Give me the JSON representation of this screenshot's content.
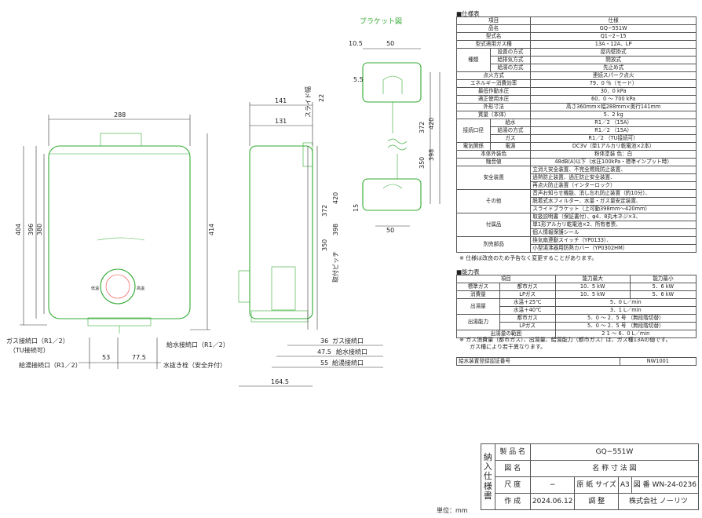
{
  "bracket_title": "ブラケット図",
  "dimensions": {
    "width_288": "288",
    "d141": "141",
    "d131": "131",
    "h404": "404",
    "h396": "396",
    "h380": "380",
    "h414": "414",
    "slide_width": "スライド幅",
    "d22": "22",
    "b10_5": "10.5",
    "b5_5": "5.5",
    "b50_top": "50",
    "b50_bottom": "50",
    "b15": "15",
    "b350": "350",
    "b372": "372",
    "b398": "398",
    "b420": "420",
    "mount_pitch": "取付ピッチ",
    "s350": "350",
    "s372": "372",
    "s398": "398",
    "s420": "420",
    "wiggle": "~",
    "d53": "53",
    "d77_5": "77.5",
    "d36": "36",
    "d47_5": "47.5",
    "d55": "55",
    "d164_5": "164.5",
    "gas_conn_side": "ガス接続口",
    "water_conn_side": "給水接続口",
    "hot_conn_side": "給湯接続口"
  },
  "callouts": {
    "gas_conn": "ガス接続口（R1／2）",
    "tu": "（TU接続可）",
    "hot_conn": "給湯接続口（R1／2）",
    "water_conn": "給水接続口（R1／2）",
    "drain": "水抜き栓（安全弁付）"
  },
  "dial": {
    "left": "低温",
    "right": "高温"
  },
  "spec": {
    "title": "■仕様表",
    "header": [
      "項目",
      "仕様"
    ],
    "rows": [
      [
        "品名",
        "GQ−551W"
      ],
      [
        "型式名",
        "Q1−2−15"
      ],
      [
        "型式適用ガス種",
        "13A・12A、LP"
      ],
      [
        "種類",
        "設置の方式",
        "屋内壁掛式"
      ],
      [
        "",
        "給排気方式",
        "開放式"
      ],
      [
        "",
        "給湯の方式",
        "先止め式"
      ],
      [
        "点火方式",
        "連続スパーク点火"
      ],
      [
        "エネルギー消費効率",
        "79．0 ％（モード）"
      ],
      [
        "最低作動水圧",
        "30．0 kPa"
      ],
      [
        "適正使用水圧",
        "60．0 〜 700 kPa"
      ],
      [
        "外形寸法",
        "高さ360mm×幅288mm×奥行141mm"
      ],
      [
        "質量（本体）",
        "5．2 kg"
      ],
      [
        "接続口径",
        "給水",
        "R1／2 （15A）"
      ],
      [
        "",
        "給湯の方式",
        "R1／2 （15A）"
      ],
      [
        "",
        "ガス",
        "R1／2 （TU接続可）"
      ],
      [
        "電気関係",
        "電源",
        "DC3V（単1アルカリ乾電池×2本）"
      ],
      [
        "本体外装色",
        "粉体塗装 色：白"
      ],
      [
        "騒音値",
        "48dB(A)以下（水圧100kPa・標準インプット時）"
      ]
    ],
    "safety_label": "安全装置",
    "safety": [
      "立消え安全装置、不完全燃焼防止装置、",
      "過熱防止装置、過圧防止安全装置、",
      "再点火防止装置（インターロック）"
    ],
    "other_label": "その他",
    "other": [
      "音声お知らせ機能、消し忘れ防止装置（約10分）、",
      "脱着式水フィルター、水量・ガス量安定装置、",
      "スライドブラケット（上可動398mm〜420mm）"
    ],
    "acc_label": "付属品",
    "acc": [
      "取扱説明書（保証書付）、φ4．8丸木ネジ×3、",
      "単1形アルカリ乾電池×2、所有者票、",
      "個人情報保護シール"
    ],
    "sep_label": "別売部品",
    "sep": [
      "換気扇連動スイッチ（YP0133）、",
      "小型湯沸器用防熱カバー（YP0302HM）"
    ],
    "note": "※ 仕様は改良のため予告なく変更することがあります。"
  },
  "perf": {
    "title": "■能力表",
    "header": [
      "項目",
      "",
      "能力最大",
      "能力最小"
    ],
    "r1": [
      "標準ガス",
      "都市ガス",
      "10．5 kW",
      "5．6 kW"
    ],
    "r2": [
      "消費量",
      "LPガス",
      "10．5 kW",
      "5．6 kW"
    ],
    "r3": [
      "出湯量",
      "水温＋25℃",
      "5．0 L／min"
    ],
    "r4": [
      "",
      "水温＋40℃",
      "3．1 L／min"
    ],
    "r5": [
      "出湯能力",
      "都市ガス",
      "5．0 〜 2．5 号 （無段階切替）"
    ],
    "r6": [
      "",
      "LPガス",
      "5．0 〜 2．5 号 （無段階切替）"
    ],
    "r7": [
      "出湯量の範囲",
      "2 1 〜 6．0 L／min"
    ],
    "note1": "※ ガス消費量（都市ガス）、出湯量、給湯能力（都市ガス）は、ガス種13Aの値です。",
    "note2": "ガス種により若干異なります。"
  },
  "registration": {
    "label": "給水装置登録認証番号",
    "value": "NW1001"
  },
  "title_block": {
    "side": "納入仕様書",
    "product_label": "製 品 名",
    "product": "GQ−551W",
    "drawing_label": "図 名",
    "drawing_name": "名 称 寸 法 図",
    "scale_label": "尺 度",
    "scale": "−",
    "paper_label": "原 紙 サイズ",
    "paper": "A3",
    "number_label": "図 番",
    "number": "WN-24-0236",
    "created_label": "作 成",
    "created": "2024.06.12",
    "check_label": "調 整",
    "company": "株式会社 ノーリツ"
  },
  "unit": "単位：mm"
}
